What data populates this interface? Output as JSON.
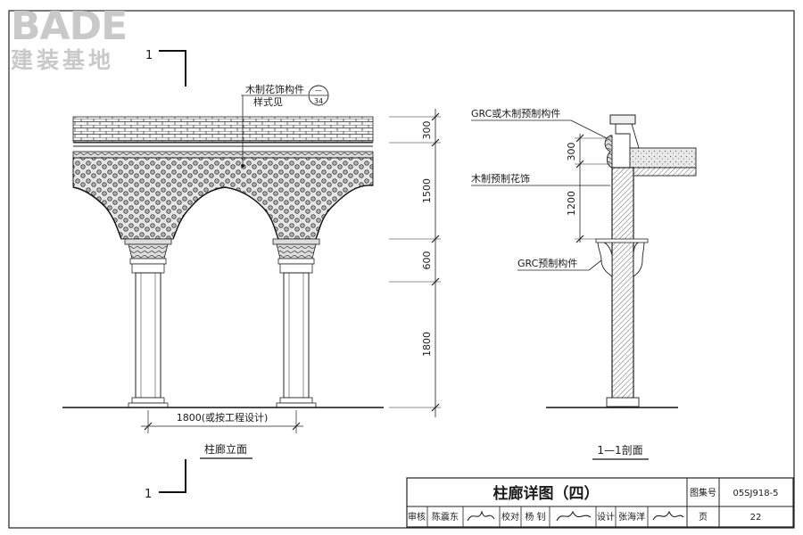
{
  "logo": {
    "brand": "BADE",
    "subtitle": "建装基地"
  },
  "section_marker": "1",
  "elevation": {
    "callout_label": "木制花饰构件",
    "callout_sub": "样式见",
    "callout_ref_top": "—",
    "callout_ref_bottom": "34",
    "width_dim": "1800(或按工程设计)",
    "title": "柱廊立面",
    "heights": [
      "300",
      "1500",
      "600",
      "1800"
    ]
  },
  "section": {
    "label_grc_wood": "GRC或木制预制构件",
    "label_wood_ornament": "木制预制花饰",
    "label_grc": "GRC预制构件",
    "dim_300": "300",
    "dim_1200": "1200",
    "title": "1—1剖面"
  },
  "title_block": {
    "title": "柱廊详图（四）",
    "atlas_no_label": "图集号",
    "atlas_no": "05SJ918-5",
    "review_label": "审核",
    "reviewer": "陈震东",
    "check_label": "校对",
    "checker": "杨 钊",
    "design_label": "设计",
    "designer": "张海洋",
    "page_label": "页",
    "page": "22"
  }
}
